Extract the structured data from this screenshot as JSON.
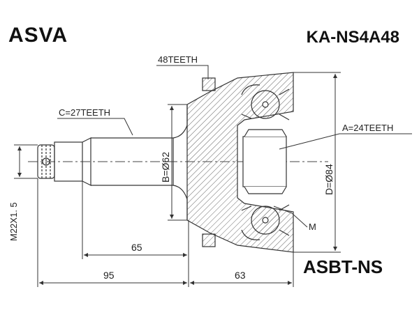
{
  "header": {
    "brand": "ASVA",
    "part_number": "KA-NS4A48"
  },
  "footer": {
    "code": "ASBT-NS"
  },
  "labels": {
    "outer_teeth": "48TEETH",
    "shaft_teeth": "C=27TEETH",
    "inner_teeth": "A=24TEETH",
    "diameter_b": "B=Ø62",
    "diameter_d": "D=Ø84",
    "thread": "M22X1. 5",
    "dim_65": "65",
    "dim_95": "95",
    "dim_63": "63",
    "marker_m": "M"
  }
}
